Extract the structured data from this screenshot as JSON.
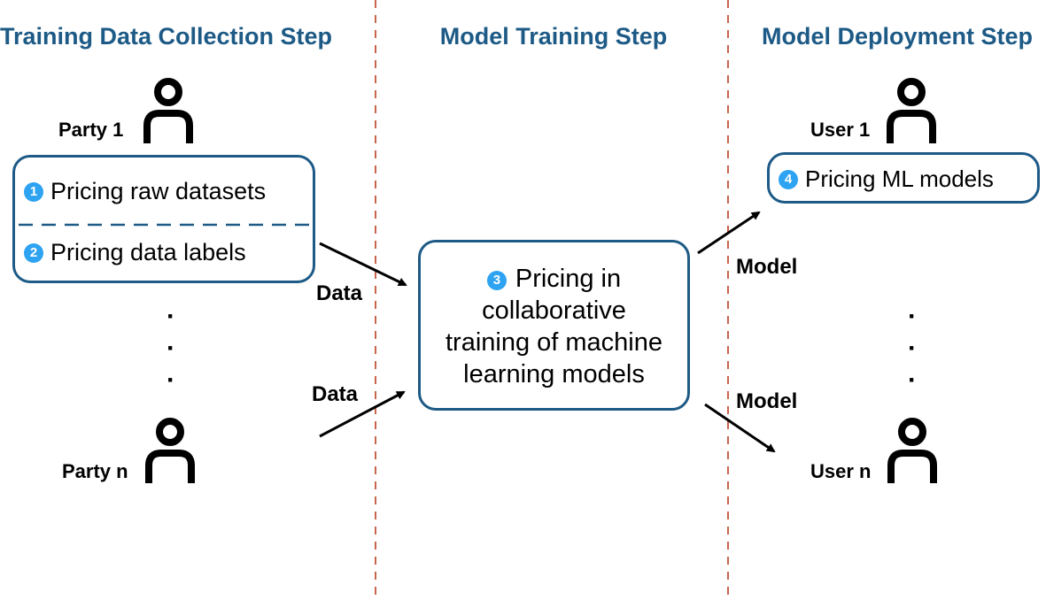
{
  "colors": {
    "header": "#1d5a86",
    "box_border": "#1d5a86",
    "badge": "#2ea3f2",
    "divider": "#c9654d",
    "arrow": "#000000"
  },
  "headers": {
    "collection": "Training Data Collection Step",
    "training": "Model Training Step",
    "deployment": "Model Deployment Step"
  },
  "parties": {
    "first": "Party 1",
    "last": "Party n"
  },
  "users": {
    "first": "User 1",
    "last": "User n"
  },
  "icons": {
    "person": "person-icon"
  },
  "steps": {
    "step1": {
      "number": "1",
      "label": "Pricing raw datasets"
    },
    "step2": {
      "number": "2",
      "label": "Pricing data labels"
    },
    "step3": {
      "number": "3",
      "lines": [
        "Pricing in",
        "collaborative",
        "training of machine",
        "learning models"
      ]
    },
    "step4": {
      "number": "4",
      "label": "Pricing ML models"
    }
  },
  "flow_labels": {
    "data_top": "Data",
    "data_bottom": "Data",
    "model_top": "Model",
    "model_bottom": "Model"
  },
  "ellipsis": {
    "left": [
      "·",
      "·",
      "·"
    ],
    "right": [
      "·",
      "·",
      "·"
    ]
  }
}
